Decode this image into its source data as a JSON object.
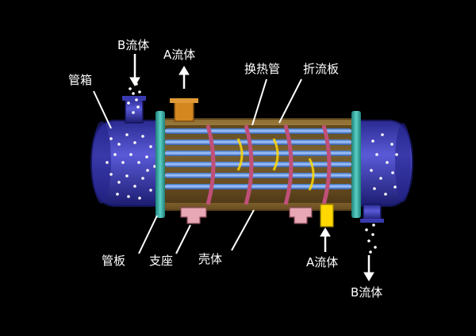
{
  "labels": {
    "b_fluid_in": "B流体",
    "a_fluid_out": "A流体",
    "tube_box": "管箱",
    "heat_tube": "换热管",
    "baffle": "折流板",
    "tube_sheet": "管板",
    "support": "支座",
    "shell": "壳体",
    "a_fluid_in": "A流体",
    "b_fluid_out": "B流体"
  },
  "colors": {
    "background": "#000000",
    "shell": "#c8a24a",
    "tubes": "#5a8fe0",
    "baffles": "#c0507a",
    "tube_box": "#4a4ac8",
    "tube_sheet": "#3aa8a0",
    "a_fluid": "#ffd800",
    "b_fluid": "#ffffff"
  }
}
